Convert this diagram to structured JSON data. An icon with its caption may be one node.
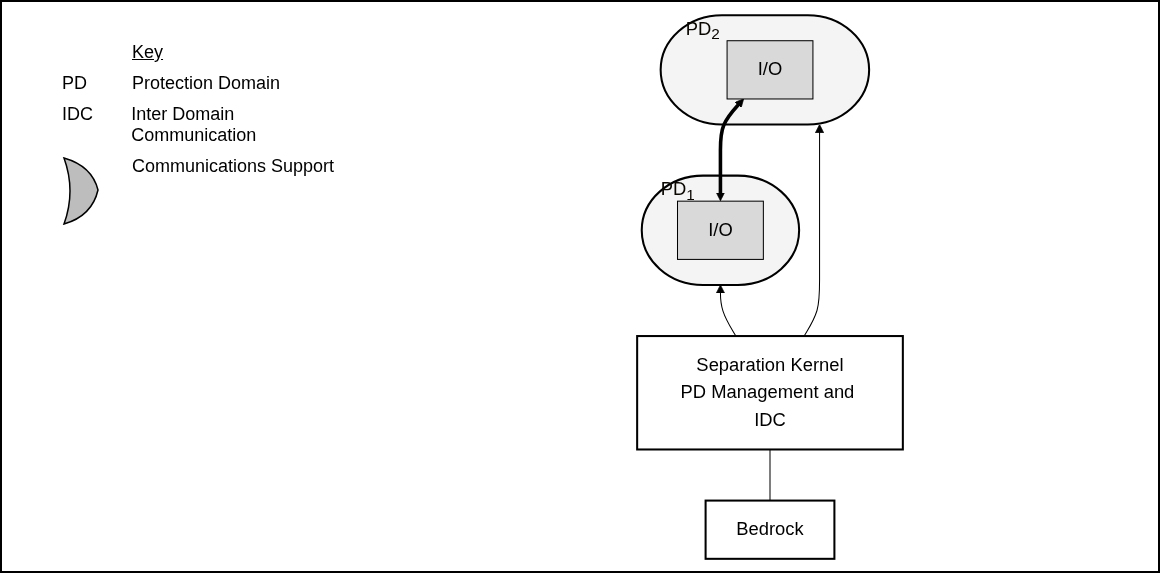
{
  "diagram": {
    "nodes": [
      {
        "text": [
          "PD$_{1}$"
        ]
      },
      {
        "text": [
          "I/O"
        ],
        "in": 0
      },
      {
        "text": [
          "PD$_{2}$"
        ]
      },
      {
        "text": [
          "I/O"
        ],
        "in": 2
      },
      {
        "text": [
          "Separation Kernel",
          "PD Management and IDC"
        ]
      },
      {
        "text": [
          "Bedrock"
        ]
      }
    ],
    "edges": [
      {
        "from": 1,
        "to": 3,
        "arrow": "both",
        "style": "thick"
      },
      {
        "from": 4,
        "to": 0,
        "arrow": "to"
      },
      {
        "from": 4,
        "to": 2,
        "arrow": "to"
      },
      {
        "from": 4,
        "to": 5,
        "arrow": "none"
      }
    ],
    "labels": [
      "Key",
      "PD",
      "Protection Domain",
      "IDC",
      "Inter Domain Communication"
    ],
    "legend": [
      {
        "text": "Communications Support"
      }
    ]
  }
}
